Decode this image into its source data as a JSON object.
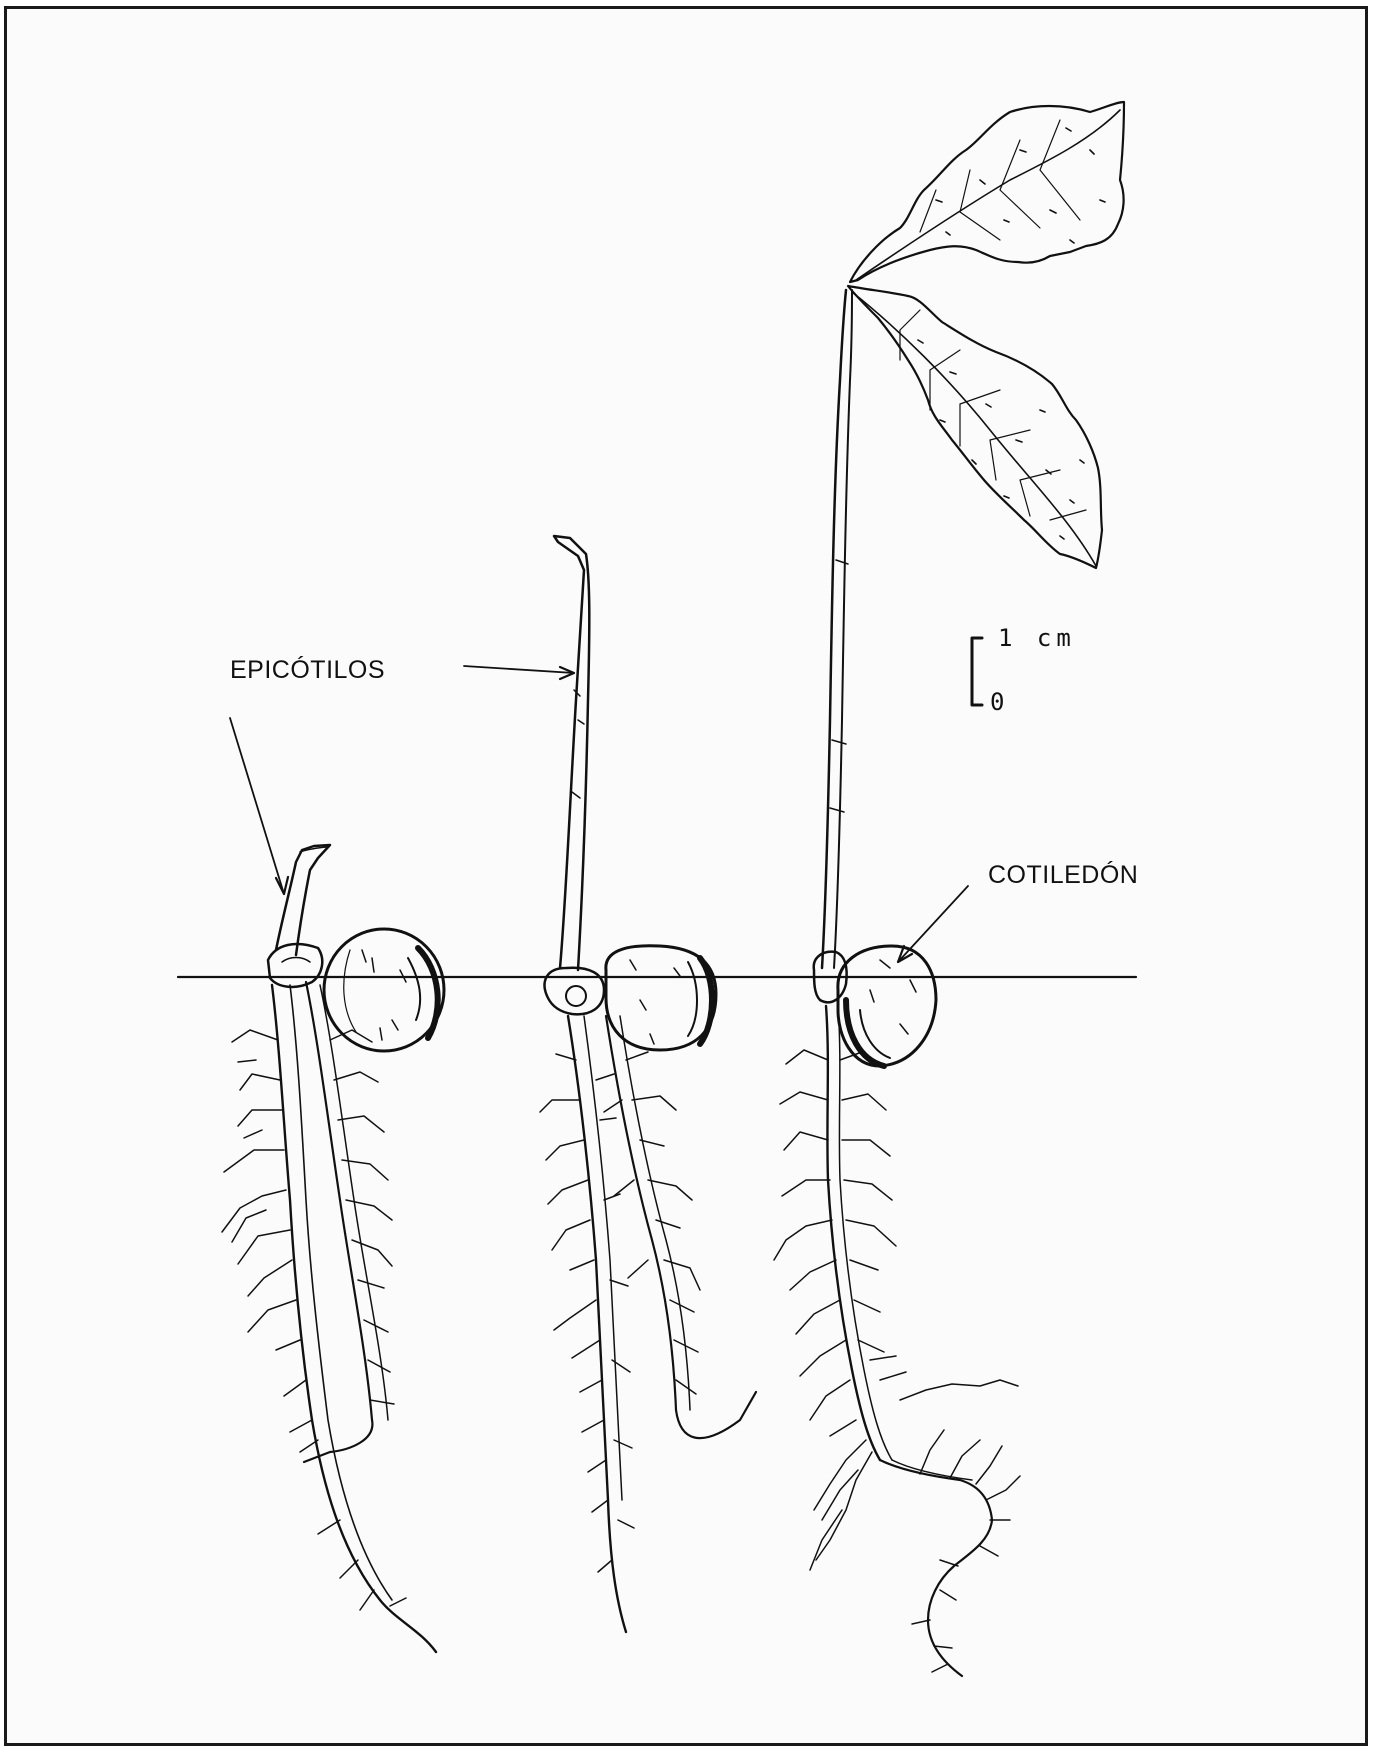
{
  "labels": {
    "epicotilos": "EPICÓTILOS",
    "cotiledon": "COTILEDÓN"
  },
  "scale": {
    "top": "1 cm",
    "bottom": "0"
  },
  "colors": {
    "ink": "#111111",
    "paper": "#fbfbfb",
    "frame": "#1a1a1a"
  }
}
